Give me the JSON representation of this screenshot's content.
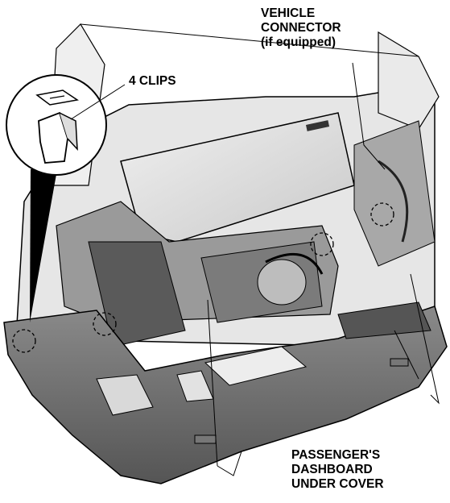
{
  "labels": {
    "clips": "4 CLIPS",
    "vehicle_connector": [
      "VEHICLE",
      "CONNECTOR",
      "(if equipped)"
    ],
    "under_cover": [
      "PASSENGER'S",
      "DASHBOARD",
      "UNDER COVER"
    ]
  },
  "colors": {
    "line": "#000000",
    "dash_panel": "#d9d9d9",
    "cover": "#6e6e6e",
    "engine_dark": "#4a4a4a",
    "glove_box": "#e3e3e3"
  }
}
